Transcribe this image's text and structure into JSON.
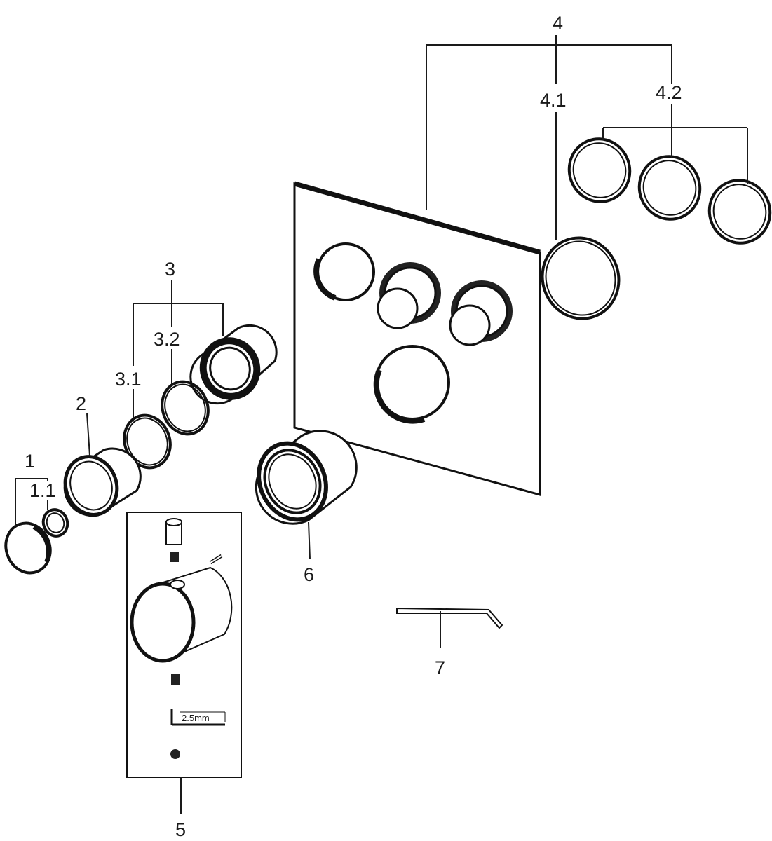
{
  "labels": {
    "p1": "1",
    "p1_1": "1.1",
    "p2": "2",
    "p3": "3",
    "p3_1": "3.1",
    "p3_2": "3.2",
    "p4": "4",
    "p4_1": "4.1",
    "p4_2": "4.2",
    "p5": "5",
    "p6": "6",
    "p7": "7",
    "wrench_size": "2.5mm"
  }
}
